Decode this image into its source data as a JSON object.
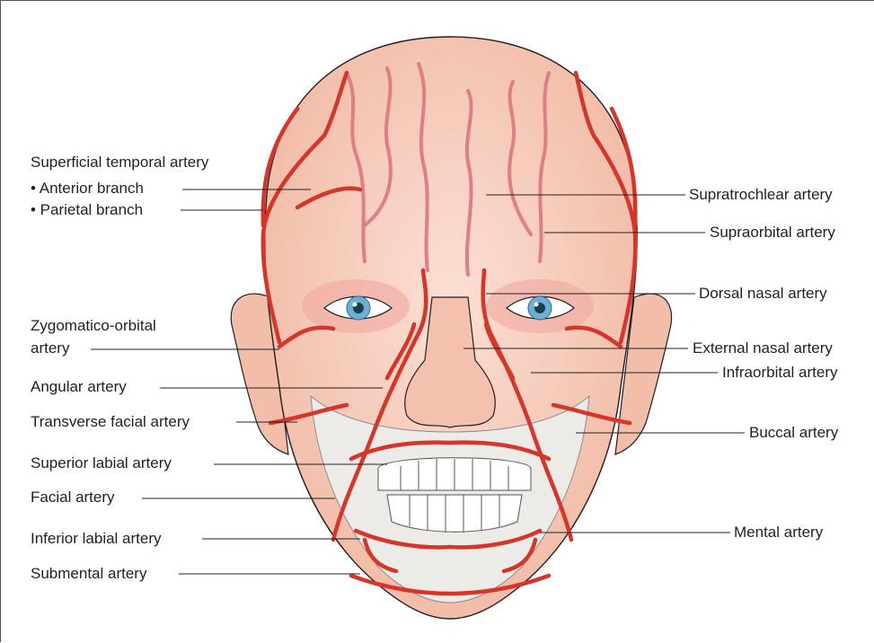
{
  "labels_left": {
    "superficial_temporal": "Superficial temporal artery",
    "anterior_branch": "• Anterior branch",
    "parietal_branch": "• Parietal branch",
    "zygomatico_orbital_1": "Zygomatico-orbital",
    "zygomatico_orbital_2": "artery",
    "angular": "Angular artery",
    "transverse_facial": "Transverse facial artery",
    "superior_labial": "Superior labial artery",
    "facial": "Facial artery",
    "inferior_labial": "Inferior labial artery",
    "submental": "Submental artery"
  },
  "labels_right": {
    "supratrochlear": "Supratrochlear artery",
    "supraorbital": "Supraorbital artery",
    "dorsal_nasal": "Dorsal nasal artery",
    "external_nasal": "External nasal artery",
    "infraorbital": "Infraorbital artery",
    "buccal": "Buccal artery",
    "mental": "Mental artery"
  },
  "colors": {
    "skin": "#f4c4b0",
    "skin_dark": "#eaa896",
    "artery": "#d8352a",
    "artery_light": "#e88a8a",
    "bone": "#eeeeec",
    "iris": "#6bb0d4",
    "leader": "#231f20"
  }
}
